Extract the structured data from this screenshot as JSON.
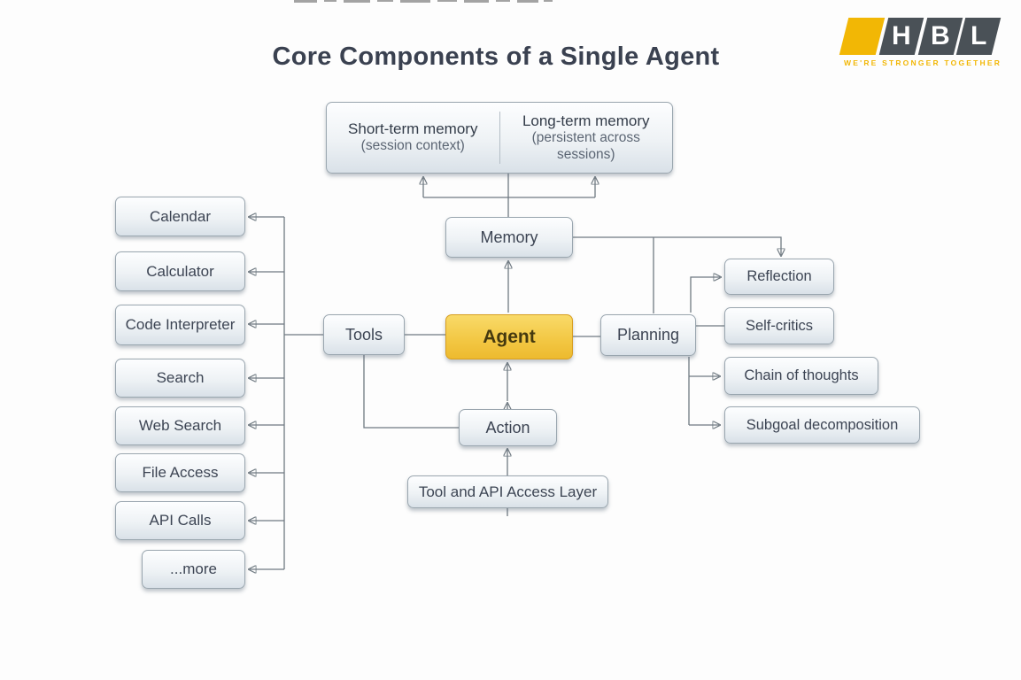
{
  "page": {
    "title": "Core Components of a Single Agent"
  },
  "logo": {
    "letters": [
      "H",
      "B",
      "L"
    ],
    "tagline": "WE'RE STRONGER TOGETHER",
    "accent_color": "#F2B705",
    "tile_color": "#4A5157"
  },
  "colors": {
    "node_border": "#9AA6AF",
    "node_fill_bottom": "#D9E1E8",
    "node_text": "#3C4453",
    "agent_fill": "#F3C845",
    "agent_border": "#D89E20",
    "line": "#707A82"
  },
  "memory_panel": {
    "left": {
      "title": "Short-term memory",
      "subtitle": "(session context)"
    },
    "right": {
      "title": "Long-term memory",
      "subtitle": "(persistent across sessions)"
    }
  },
  "nodes": {
    "memory": "Memory",
    "agent": "Agent",
    "tools": "Tools",
    "planning": "Planning",
    "action": "Action",
    "access_layer": "Tool and API Access Layer"
  },
  "tools_list": [
    "Calendar",
    "Calculator",
    "Code Interpreter",
    "Search",
    "Web Search",
    "File Access",
    "API Calls",
    "...more"
  ],
  "planning_list": [
    "Reflection",
    "Self-critics",
    "Chain of thoughts",
    "Subgoal decomposition"
  ]
}
